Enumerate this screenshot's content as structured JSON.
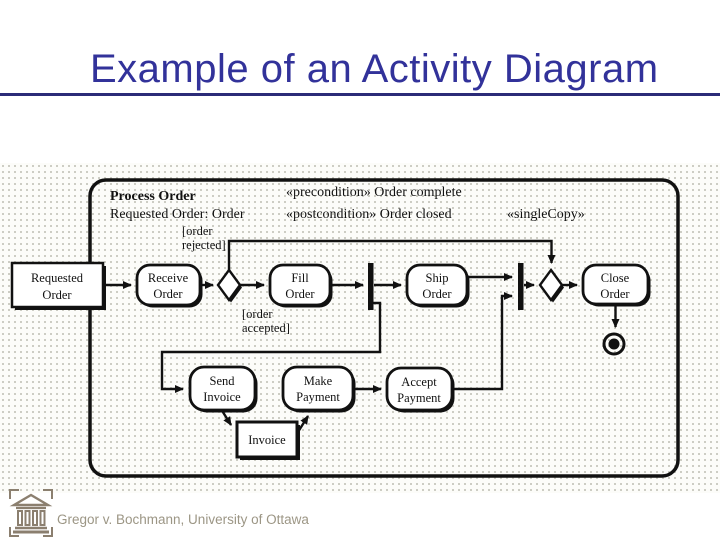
{
  "title": "Example of an Activity Diagram",
  "footer": {
    "credit": "Gregor v. Bochmann, University of Ottawa"
  },
  "colors": {
    "title_text": "#32329a",
    "title_rule": "#2b2b78",
    "diagram_ink": "#111111",
    "credit_text": "#9c9685",
    "logo": "#8b7f6f"
  },
  "diagram": {
    "header": {
      "process_name": "Process Order",
      "parameter": "Requested Order: Order",
      "precondition": "«precondition» Order complete",
      "postcondition": "«postcondition» Order closed",
      "stereotype": "«singleCopy»"
    },
    "nodes": {
      "requested_order": {
        "line1": "Requested",
        "line2": "Order"
      },
      "receive_order": {
        "line1": "Receive",
        "line2": "Order"
      },
      "fill_order": {
        "line1": "Fill",
        "line2": "Order"
      },
      "ship_order": {
        "line1": "Ship",
        "line2": "Order"
      },
      "close_order": {
        "line1": "Close",
        "line2": "Order"
      },
      "send_invoice": {
        "line1": "Send",
        "line2": "Invoice"
      },
      "make_payment": {
        "line1": "Make",
        "line2": "Payment"
      },
      "accept_payment": {
        "line1": "Accept",
        "line2": "Payment"
      },
      "invoice": {
        "label": "Invoice"
      }
    },
    "guards": {
      "rejected": {
        "line1": "[order",
        "line2": "rejected]"
      },
      "accepted": {
        "line1": "[order",
        "line2": "accepted]"
      }
    }
  }
}
